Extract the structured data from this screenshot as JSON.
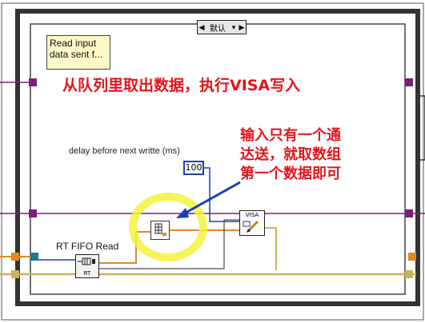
{
  "case_structure": {
    "selector_label": "默认",
    "selector_left_arrow": "◀",
    "selector_right_arrow": "▶",
    "selector_dropdown": "▾"
  },
  "comment": {
    "text": "Read input data sent f..."
  },
  "annotations": {
    "title": "从队列里取出数据，执行VISA写入",
    "note_lines": [
      "输入只有一个通",
      "达送，就取数组",
      "第一个数据即可"
    ]
  },
  "controls": {
    "delay_label": "delay before next writte (ms)",
    "delay_value": "100"
  },
  "nodes": {
    "fifo_label": "RT FIFO Read",
    "fifo_sublabel": "RT",
    "visa_label": "VISA"
  },
  "colors": {
    "wire_orange": "#e08a1e",
    "wire_purple": "#7a1f7a",
    "wire_blue": "#1a3fb8",
    "error_wire": "#c9b45a",
    "highlight": "#f5f23c",
    "annotation_red": "#e4141a"
  }
}
